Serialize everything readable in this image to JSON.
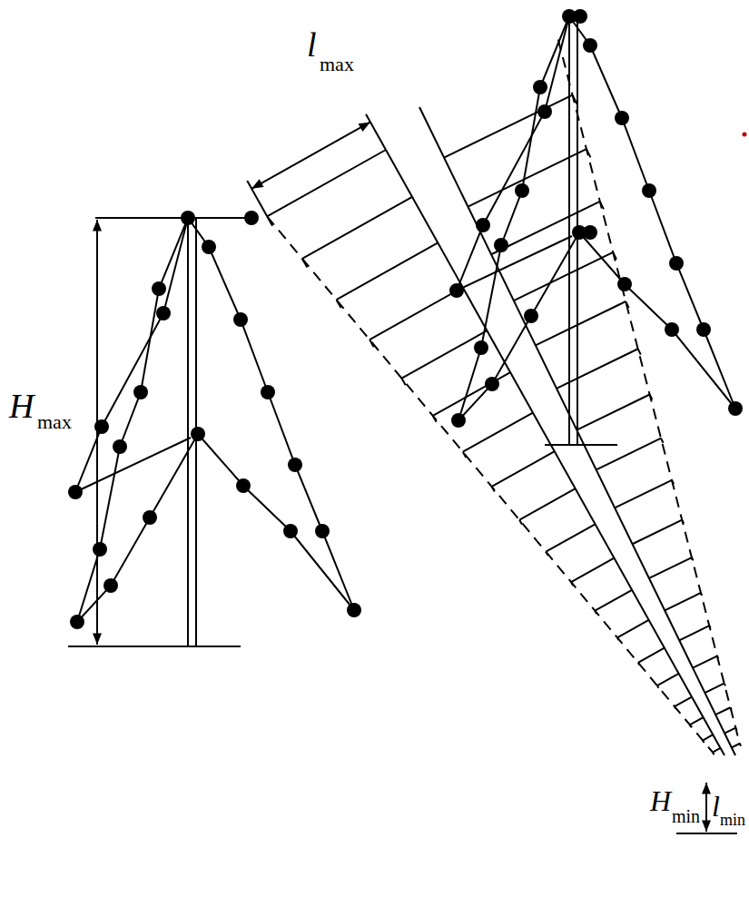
{
  "diagram": {
    "labels": [
      "l",
      "max",
      "H",
      "max",
      "H",
      "min",
      "l",
      "min"
    ]
  }
}
